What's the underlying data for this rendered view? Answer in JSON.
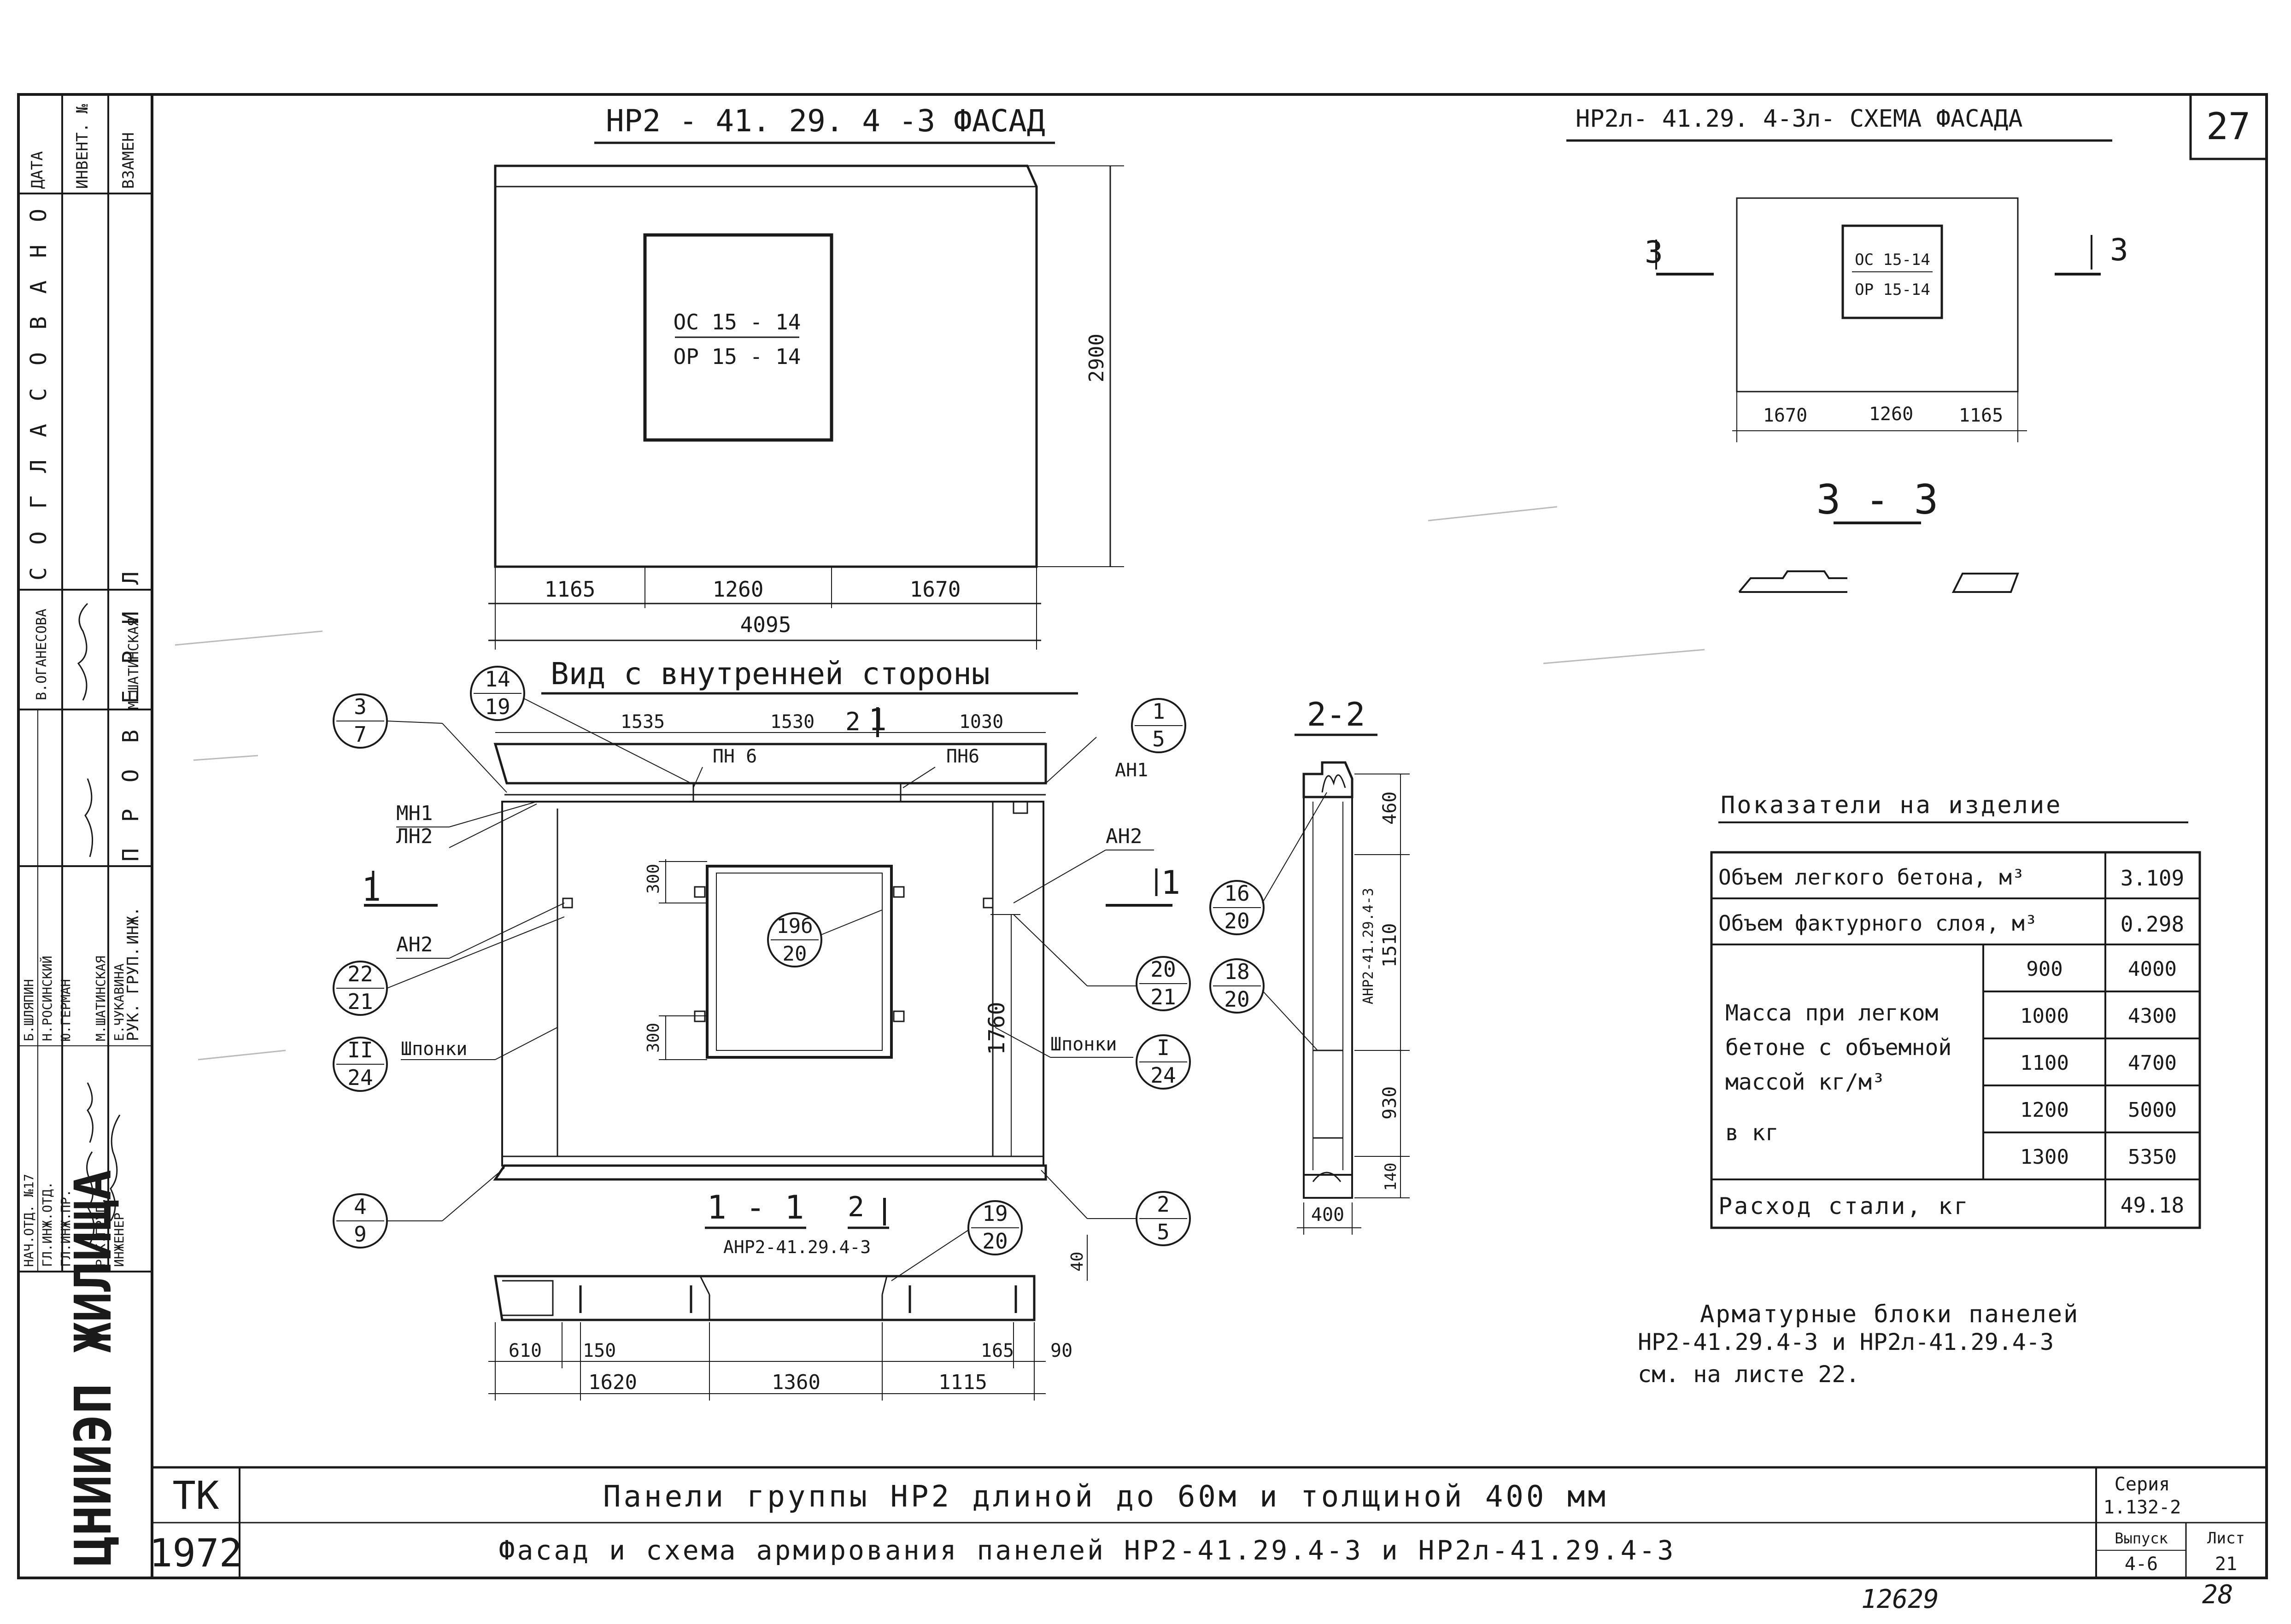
{
  "sheet": {
    "page_number": "27",
    "bottom_numbers": [
      "12629",
      "28"
    ]
  },
  "stamp": {
    "left_col": [
      "ДАТА",
      "ИНВЕНТ. №",
      "ВЗАМЕН"
    ],
    "agreed": "С О Г Л А С О В А Н О",
    "checked": "П Р О В Е Р И Л",
    "checked_cols": [
      "РУК. ГРУП.",
      "ИНЖ."
    ],
    "checked_names": [
      "М.ШАТИНСКАЯ",
      "В.ОГАНЕСОВА"
    ],
    "roles": [
      "НАЧ.ОТД. №17",
      "ГЛ.ИНЖ.ОТД.",
      "ГЛ.ИНЖ.ПР.",
      "РУК.ГРУП.",
      "ИНЖЕНЕР"
    ],
    "names": [
      "Б.ШЛЯПИН",
      "Н.РОСИНСКИЙ",
      "Ю.ГЕРМАН",
      "М.ШАТИНСКАЯ",
      "Е.ЧУКАВИНА"
    ],
    "org": "ЦНИИЭП ЖИЛИЩА"
  },
  "titleblock": {
    "tk": "ТК",
    "year": "1972",
    "title1": "Панели группы НР2 длиной до 60м и толщиной 400 мм",
    "title2": "Фасад и схема армирования панелей НР2-41.29.4-3 и НР2л-41.29.4-3",
    "series_label": "Серия",
    "series_value": "1.132-2",
    "issue_label": "Выпуск",
    "issue_value": "4-6",
    "sheet_label": "Лист",
    "sheet_value": "21"
  },
  "facade": {
    "title": "НР2 - 41. 29. 4 -3  ФАСАД",
    "window_top": "ОС 15 - 14",
    "window_bottom": "ОР 15 - 14",
    "height": "2900",
    "dims": [
      "1165",
      "1260",
      "1670"
    ],
    "total": "4095"
  },
  "schema": {
    "title": "НР2л- 41.29. 4-3л- СХЕМА ФАСАДА",
    "window_top": "ОС 15-14",
    "window_bottom": "ОР 15-14",
    "dims": [
      "1670",
      "1260",
      "1165"
    ],
    "cut_mark": "3",
    "section": "3 - 3"
  },
  "inner": {
    "title": "Вид с внутренней стороны",
    "top_dims": [
      "1535",
      "1530",
      "1030"
    ],
    "section_marks": [
      "2",
      "1"
    ],
    "labels": {
      "pn6_left": "ПН 6",
      "pn6_right": "ПН6",
      "an1": "АН1",
      "mn1": "МН1",
      "ln2": "ЛН2",
      "an2_left": "АН2",
      "an2_right": "АН2",
      "shponki_left": "Шпонки",
      "shponki_right": "Шпонки"
    },
    "dims_left": [
      "300",
      "300"
    ],
    "dim_right": "1760",
    "bubbles": {
      "b3_7": [
        "3",
        "7"
      ],
      "b14_19": [
        "14",
        "19"
      ],
      "b1_5": [
        "1",
        "5"
      ],
      "b22_21": [
        "22",
        "21"
      ],
      "bII_24": [
        "II",
        "24"
      ],
      "b4_9": [
        "4",
        "9"
      ],
      "b19b_20": [
        "19б",
        "20"
      ],
      "b20_21": [
        "20",
        "21"
      ],
      "bI_24": [
        "I",
        "24"
      ],
      "b2_5": [
        "2",
        "5"
      ]
    }
  },
  "sec11": {
    "title": "1 - 1",
    "block": "АНР2-41.29.4-3",
    "mark2": "2",
    "bubble": [
      "19",
      "20"
    ],
    "dim40": "40",
    "dims": {
      "d610": "610",
      "d150": "150",
      "d1620": "1620",
      "d1360": "1360",
      "d1115": "1115",
      "d165": "165",
      "d90": "90"
    }
  },
  "sec22": {
    "title": "2-2",
    "block": "АНР2-41.29.4-3",
    "dims": [
      "460",
      "1510",
      "930",
      "140"
    ],
    "width": "400",
    "bubbles": [
      [
        "16",
        "20"
      ],
      [
        "18",
        "20"
      ]
    ]
  },
  "indicators": {
    "title": "Показатели на изделие",
    "volume_light_label": "Объем легкого бетона, м³",
    "volume_light_value": "3.109",
    "volume_face_label": "Объем фактурного слоя, м³",
    "volume_face_value": "0.298",
    "mass_label": [
      "Масса при легком",
      "бетоне с объемной",
      "массой кг/м³",
      "в кг"
    ],
    "mass_rows": [
      {
        "density": "900",
        "mass": "4000"
      },
      {
        "density": "1000",
        "mass": "4300"
      },
      {
        "density": "1100",
        "mass": "4700"
      },
      {
        "density": "1200",
        "mass": "5000"
      },
      {
        "density": "1300",
        "mass": "5350"
      }
    ],
    "steel_label": "Расход стали, кг",
    "steel_value": "49.18"
  },
  "note": [
    "Арматурные блоки панелей",
    "НР2-41.29.4-3  и  НР2л-41.29.4-3",
    "см. на листе 22."
  ]
}
